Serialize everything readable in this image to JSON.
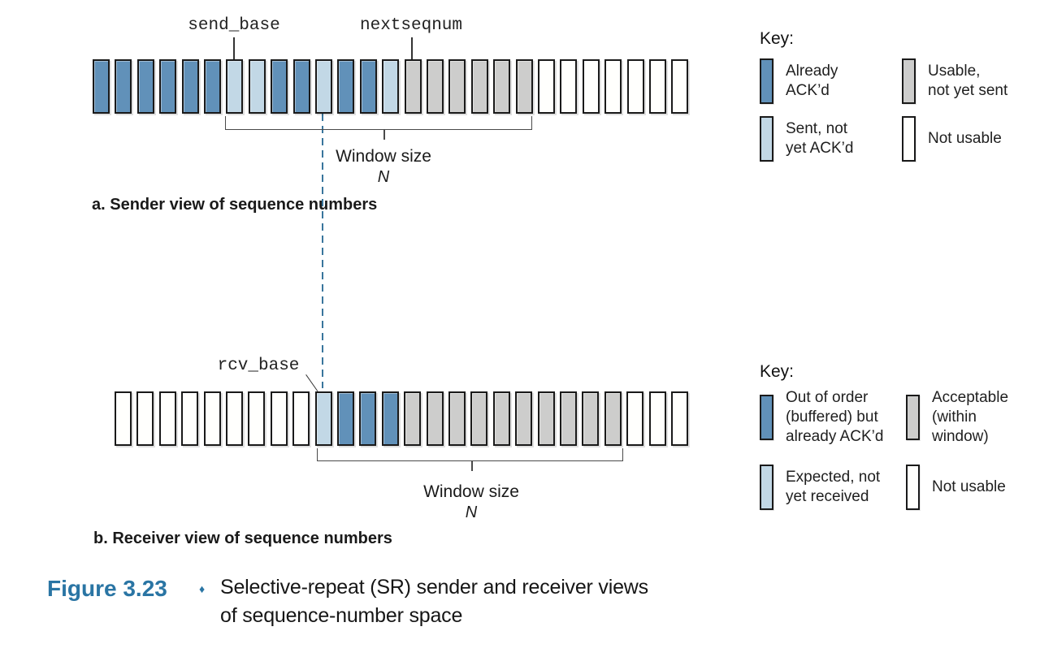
{
  "colors": {
    "dark_blue": "#6191b9",
    "light_blue": "#c2d8e6",
    "gray": "#cdcdcc",
    "white": "#fffffd",
    "dashed_line": "#39759c",
    "caption_blue": "#2a75a4"
  },
  "sender": {
    "send_base_label": "send_base",
    "nextseqnum_label": "nextseqnum",
    "window_size_label": "Window size",
    "window_n_label": "N",
    "section_caption": "a. Sender view of sequence numbers",
    "cells": [
      "dark_blue",
      "dark_blue",
      "dark_blue",
      "dark_blue",
      "dark_blue",
      "dark_blue",
      "light_blue",
      "light_blue",
      "dark_blue",
      "dark_blue",
      "light_blue",
      "dark_blue",
      "dark_blue",
      "light_blue",
      "gray",
      "gray",
      "gray",
      "gray",
      "gray",
      "gray",
      "white",
      "white",
      "white",
      "white",
      "white",
      "white",
      "white"
    ]
  },
  "receiver": {
    "rcv_base_label": "rcv_base",
    "window_size_label": "Window size",
    "window_n_label": "N",
    "section_caption": "b. Receiver view of sequence numbers",
    "cells": [
      "white",
      "white",
      "white",
      "white",
      "white",
      "white",
      "white",
      "white",
      "white",
      "light_blue",
      "dark_blue",
      "dark_blue",
      "dark_blue",
      "gray",
      "gray",
      "gray",
      "gray",
      "gray",
      "gray",
      "gray",
      "gray",
      "gray",
      "gray",
      "white",
      "white",
      "white"
    ]
  },
  "key_sender": {
    "title": "Key:",
    "items": [
      {
        "swatch": "dark_blue",
        "label": "Already\nACK’d"
      },
      {
        "swatch": "gray",
        "label": "Usable,\nnot yet sent"
      },
      {
        "swatch": "light_blue",
        "label": "Sent, not\nyet ACK’d"
      },
      {
        "swatch": "white",
        "label": "Not usable"
      }
    ]
  },
  "key_receiver": {
    "title": "Key:",
    "items": [
      {
        "swatch": "dark_blue",
        "label": "Out of order\n(buffered) but\nalready ACK’d"
      },
      {
        "swatch": "gray",
        "label": "Acceptable\n(within\nwindow)"
      },
      {
        "swatch": "light_blue",
        "label": "Expected, not\nyet received"
      },
      {
        "swatch": "white",
        "label": "Not usable"
      }
    ]
  },
  "figure_caption": {
    "label": "Figure 3.23",
    "separator": "♦",
    "text": "Selective-repeat (SR) sender and receiver views\nof sequence-number space"
  }
}
